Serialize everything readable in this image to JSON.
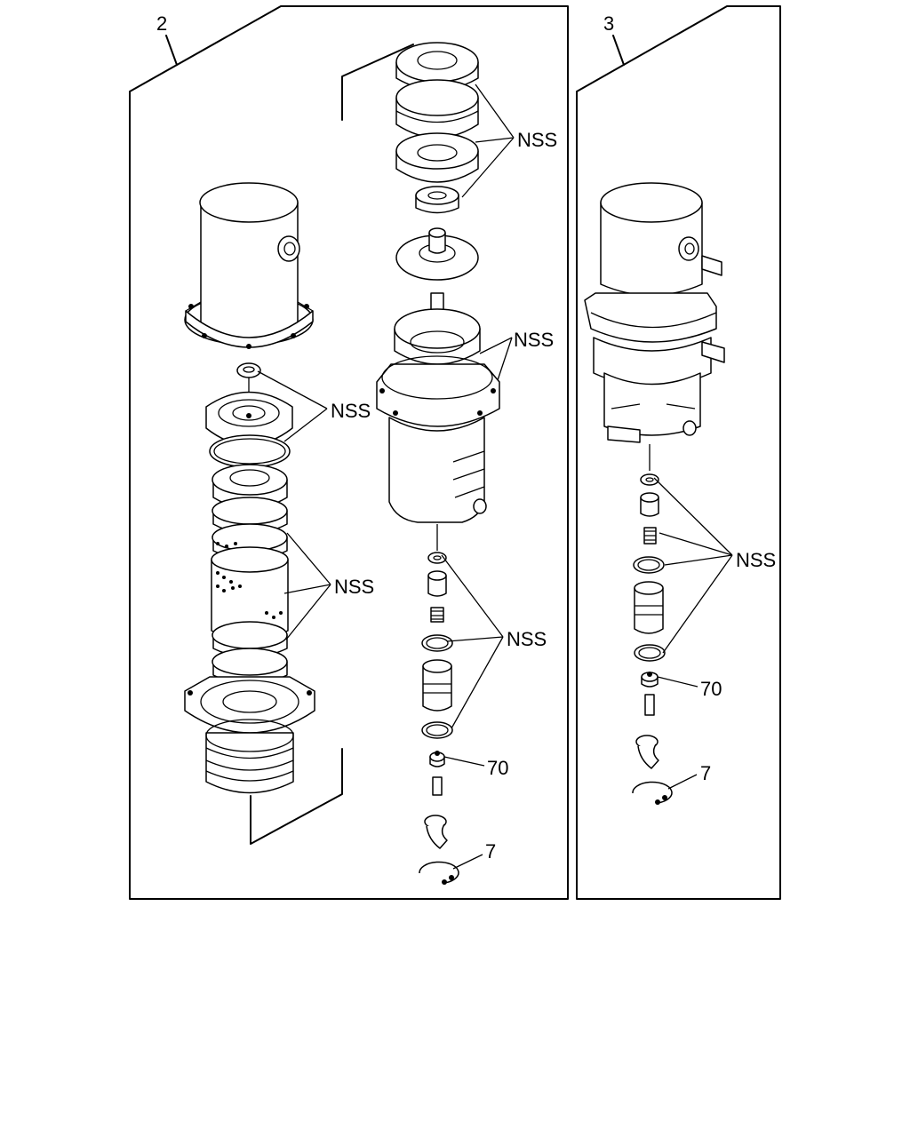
{
  "panels": [
    {
      "id": "2",
      "label": "2"
    },
    {
      "id": "3",
      "label": "3"
    }
  ],
  "callouts": {
    "p2_top_nss": "NSS",
    "p2_housing_nss": "NSS",
    "p2_cover_nss": "NSS",
    "p2_filter_nss": "NSS",
    "p2_valve_nss": "NSS",
    "p2_part_70": "70",
    "p2_part_7": "7",
    "p3_valve_nss": "NSS",
    "p3_part_70": "70",
    "p3_part_7": "7"
  }
}
